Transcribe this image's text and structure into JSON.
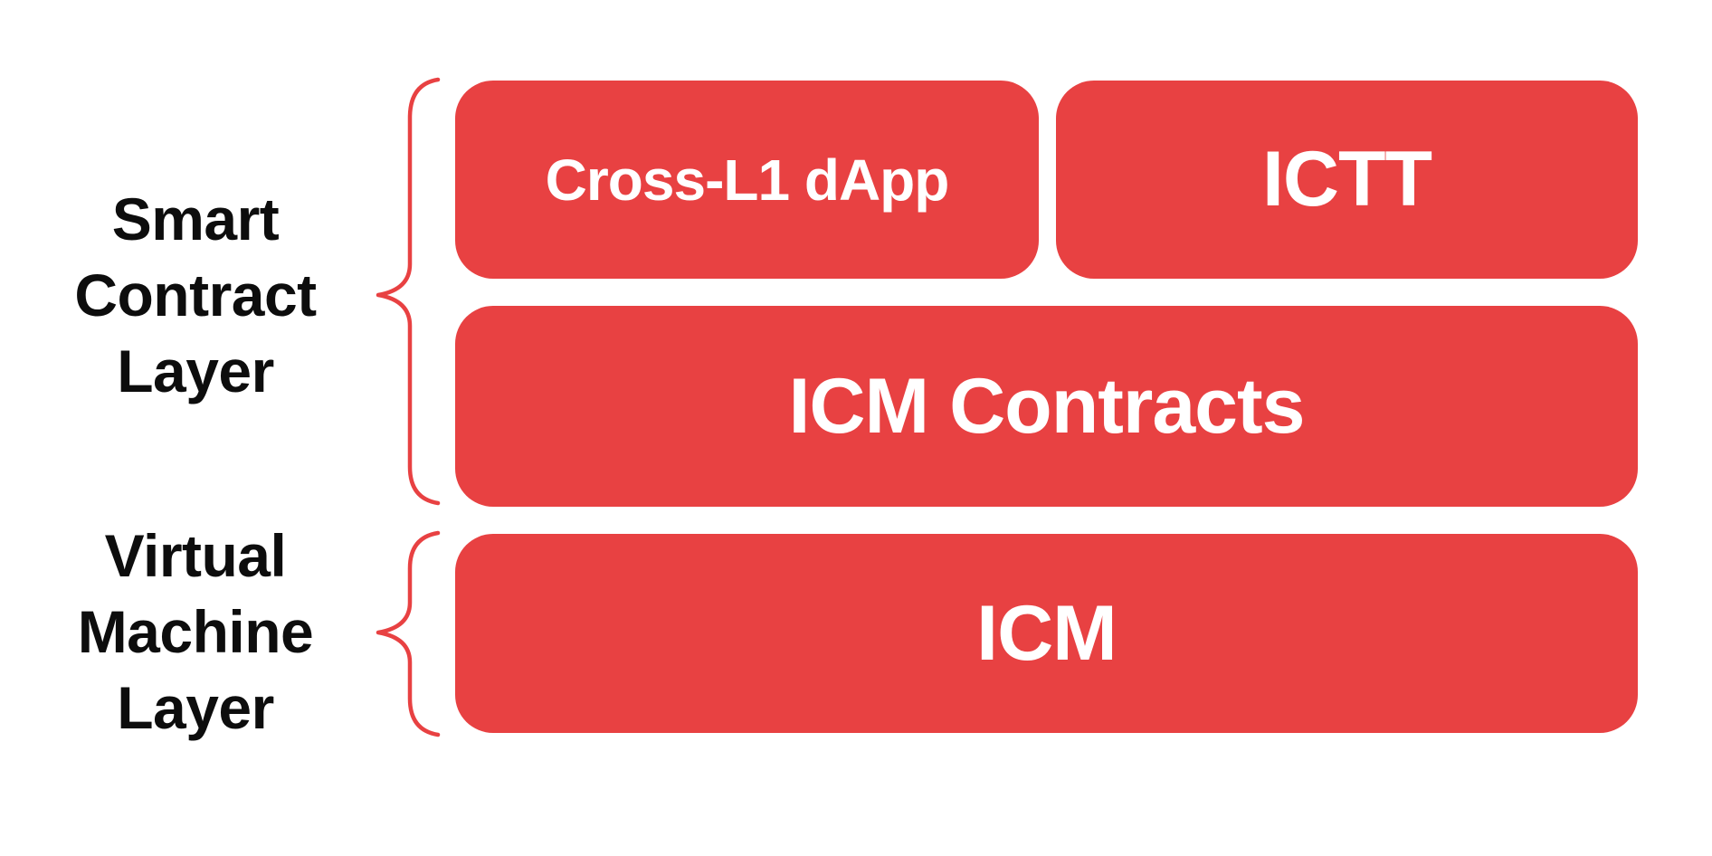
{
  "canvas": {
    "background": "#ffffff"
  },
  "colors": {
    "box_red": "#E84142",
    "brace_red": "#E84142",
    "side_label_text": "#0d0d0d",
    "box_label_text": "#ffffff"
  },
  "left_labels": [
    {
      "id": "smart-contract-layer",
      "text": "Smart\nContract\nLayer"
    },
    {
      "id": "virtual-machine-layer",
      "text": "Virtual\nMachine\nLayer"
    }
  ],
  "boxes": [
    {
      "id": "cross-l1-dapp",
      "label": "Cross-L1 dApp",
      "layer": "smart-contract-layer"
    },
    {
      "id": "ictt",
      "label": "ICTT",
      "layer": "smart-contract-layer"
    },
    {
      "id": "icm-contracts",
      "label": "ICM Contracts",
      "layer": "smart-contract-layer"
    },
    {
      "id": "icm",
      "label": "ICM",
      "layer": "virtual-machine-layer"
    }
  ]
}
